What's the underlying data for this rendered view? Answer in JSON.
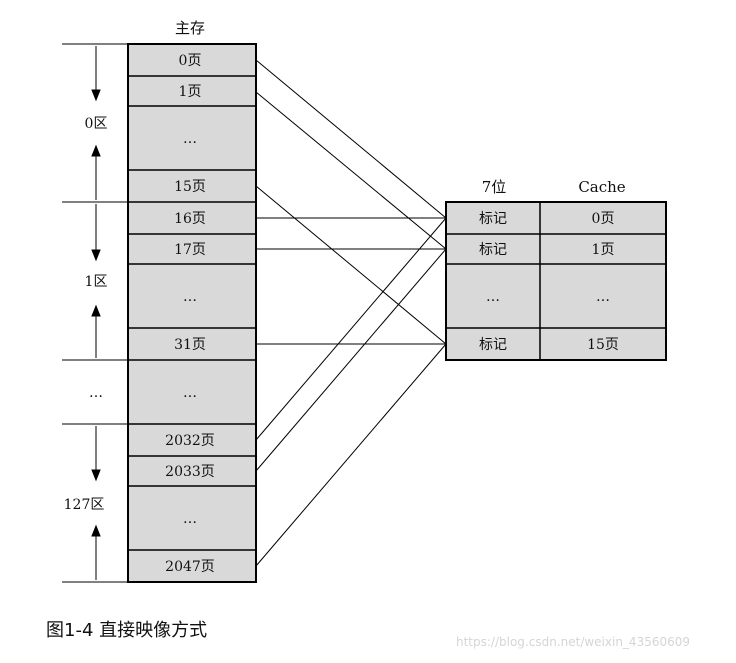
{
  "main_memory": {
    "title": "主存",
    "cells": [
      "0页",
      "1页",
      "…",
      "15页",
      "16页",
      "17页",
      "…",
      "31页",
      "…",
      "2032页",
      "2033页",
      "…",
      "2047页"
    ],
    "regions": [
      "0区",
      "1区",
      "…",
      "127区"
    ]
  },
  "cache": {
    "tag_header": "7位",
    "data_header": "Cache",
    "rows": [
      {
        "tag": "标记",
        "page": "0页"
      },
      {
        "tag": "标记",
        "page": "1页"
      },
      {
        "tag": "…",
        "page": "…"
      },
      {
        "tag": "标记",
        "page": "15页"
      }
    ]
  },
  "caption": "图1-4  直接映像方式",
  "watermark": "https://blog.csdn.net/weixin_43560609",
  "colors": {
    "cell_fill": "#d9d9d9",
    "line": "#000000"
  }
}
